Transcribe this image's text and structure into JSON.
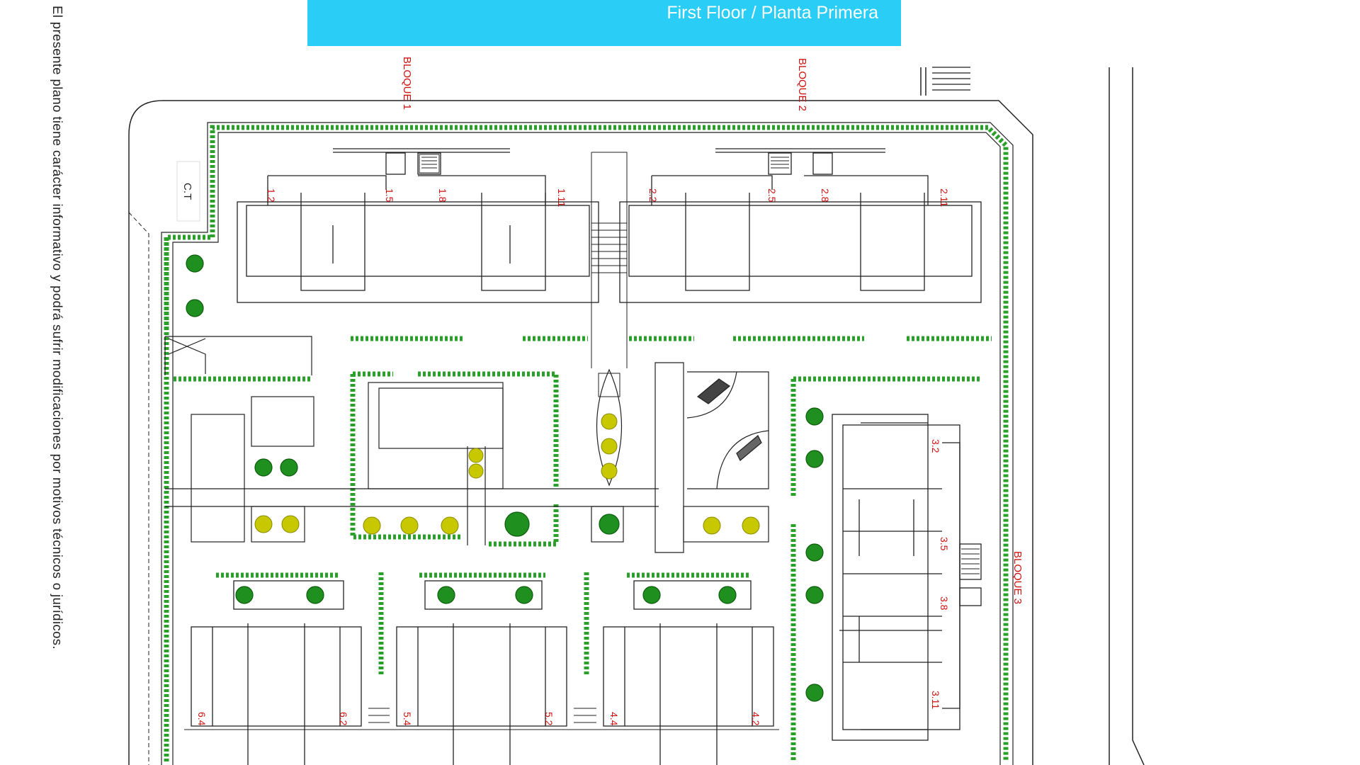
{
  "header": {
    "title": "First Floor / Planta Primera"
  },
  "disclaimer": "El presente plano tiene carácter informativo y podrá sufrir modificaciones por motivos técnicos o jurídicos.",
  "transformer_label": "C.T",
  "blocks": {
    "block1": "BLOQUE 1",
    "block2": "BLOQUE 2",
    "block3": "BLOQUE 3"
  },
  "units": {
    "block1": [
      "1.2",
      "1.5",
      "1.8",
      "1.11"
    ],
    "block2": [
      "2.2",
      "2.5",
      "2.8",
      "2.11"
    ],
    "block3": [
      "3.2",
      "3.5",
      "3.8",
      "3.11"
    ],
    "south": [
      "6.4",
      "6.2",
      "5.4",
      "5.2",
      "4.4",
      "4.2"
    ]
  },
  "colors": {
    "banner": "#29cdf6",
    "hedge": "#2aa02a",
    "label_red": "#cc1111",
    "palm": "#c8c800",
    "tree": "#1f8f1f"
  }
}
